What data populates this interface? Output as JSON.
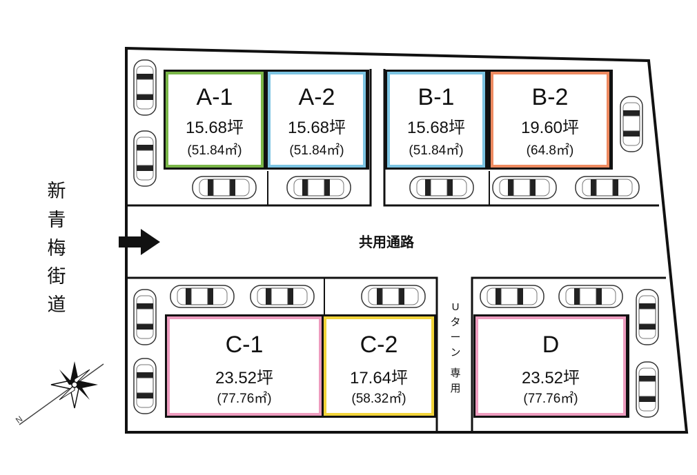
{
  "street_name": [
    "新",
    "青",
    "梅",
    "街",
    "道"
  ],
  "road_label": "共用通路",
  "uturn_label": [
    "U",
    "タ",
    "ー",
    "ン",
    "専",
    "用"
  ],
  "compass_label": "N",
  "lots": {
    "A1": {
      "name": "A-1",
      "area_tsubo": "15.68坪",
      "area_sqm": "(51.84㎡)",
      "border": "#7ab648"
    },
    "A2": {
      "name": "A-2",
      "area_tsubo": "15.68坪",
      "area_sqm": "(51.84㎡)",
      "border": "#7cc4e2"
    },
    "B1": {
      "name": "B-1",
      "area_tsubo": "15.68坪",
      "area_sqm": "(51.84㎡)",
      "border": "#7cc4e2"
    },
    "B2": {
      "name": "B-2",
      "area_tsubo": "19.60坪",
      "area_sqm": "(64.8㎡)",
      "border": "#ee8a60"
    },
    "C1": {
      "name": "C-1",
      "area_tsubo": "23.52坪",
      "area_sqm": "(77.76㎡)",
      "border": "#ee9cbf"
    },
    "C2": {
      "name": "C-2",
      "area_tsubo": "17.64坪",
      "area_sqm": "(58.32㎡)",
      "border": "#f2d43a"
    },
    "D": {
      "name": "D",
      "area_tsubo": "23.52坪",
      "area_sqm": "(77.76㎡)",
      "border": "#ee9cbf"
    }
  },
  "colors": {
    "outline": "#111111",
    "car_body": "#ffffff",
    "car_window": "#222222"
  }
}
